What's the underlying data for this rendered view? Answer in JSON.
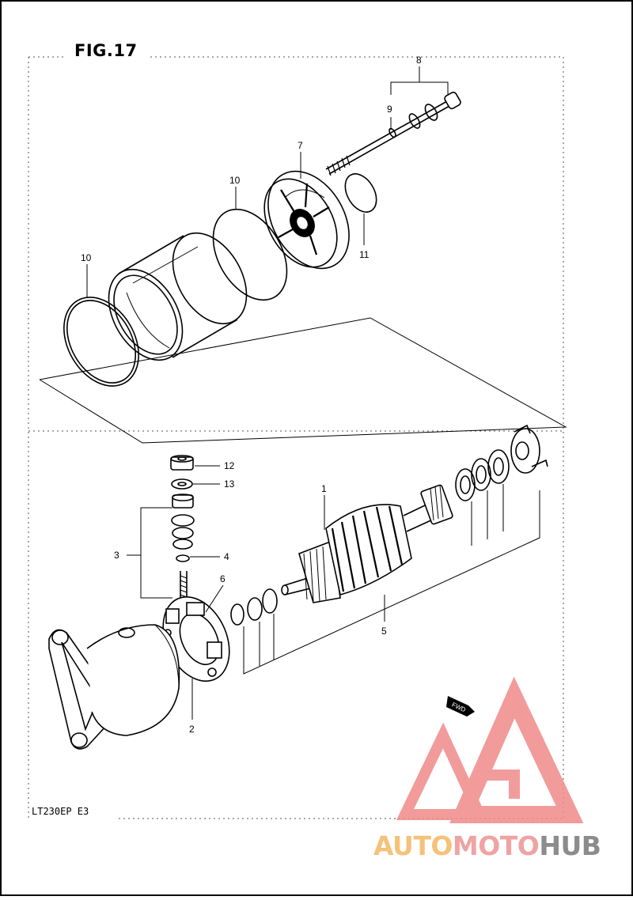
{
  "figure": {
    "title": "FIG.17",
    "model_code": "LT230EP  E3"
  },
  "callouts": {
    "c1": "1",
    "c2": "2",
    "c3": "3",
    "c4": "4",
    "c5": "5",
    "c6": "6",
    "c7": "7",
    "c8": "8",
    "c9": "9",
    "c10a": "10",
    "c10b": "10",
    "c11": "11",
    "c12": "12",
    "c13": "13"
  },
  "fwd_tag": "FWD",
  "watermark": {
    "part_auto": "AUTO",
    "part_moto": "MOTO",
    "part_hub": "HUB",
    "color_auto": "#f5c27a",
    "color_moto": "#f0a3a3",
    "color_hub": "#8c8c8c",
    "logo_color": "#f08a8a"
  }
}
